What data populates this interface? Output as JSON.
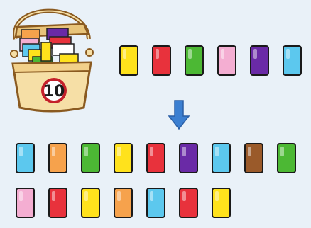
{
  "basket": {
    "count": "10"
  },
  "colors": {
    "yellow": "#ffe21c",
    "red": "#e8323c",
    "green": "#4cb834",
    "pink": "#f4aed2",
    "purple": "#6a2aa6",
    "blue": "#5cc8ee",
    "orange": "#f6a24c",
    "brown": "#9a5a2a",
    "basket_fill": "#f6dfa6",
    "basket_outline": "#8a5a20",
    "arrow": "#3b7fd1",
    "number_ring": "#c4202a"
  },
  "top_row": [
    "yellow",
    "red",
    "green",
    "pink",
    "purple",
    "blue"
  ],
  "bottom_row_1": [
    "blue",
    "orange",
    "green",
    "yellow",
    "red",
    "purple",
    "blue",
    "brown",
    "green"
  ],
  "bottom_row_2": [
    "pink",
    "red",
    "yellow",
    "orange",
    "blue",
    "red",
    "yellow"
  ]
}
